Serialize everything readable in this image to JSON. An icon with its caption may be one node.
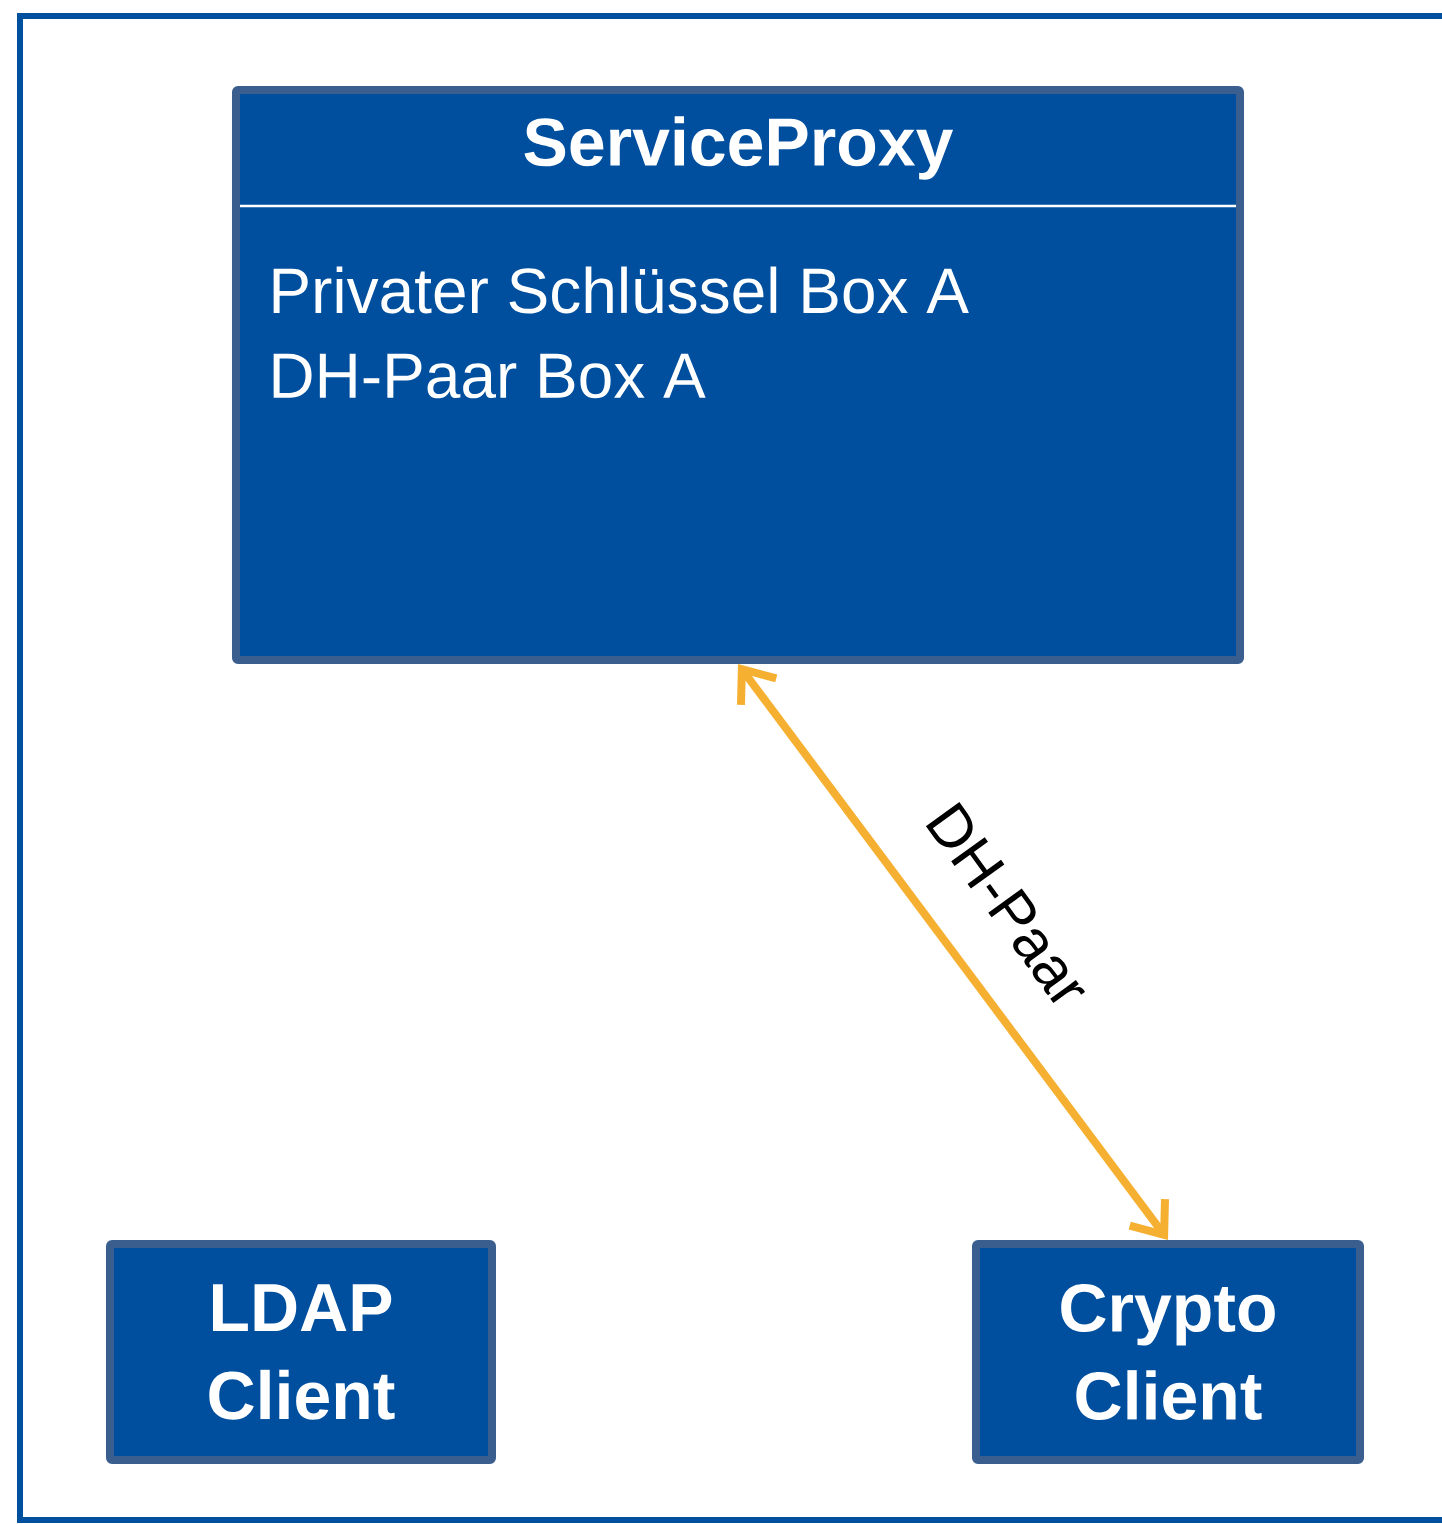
{
  "diagram": {
    "nodes": [
      {
        "text": [
          "ServiceProxy",
          "Privater Schlüssel Box A",
          "DH-Paar Box A"
        ]
      },
      {
        "text": [
          "LDAP Client"
        ]
      },
      {
        "text": [
          "Crypto Client"
        ]
      }
    ],
    "edges": [
      {
        "from": 0,
        "to": 2,
        "arrow": "both",
        "label": "DH-Paar"
      }
    ]
  }
}
